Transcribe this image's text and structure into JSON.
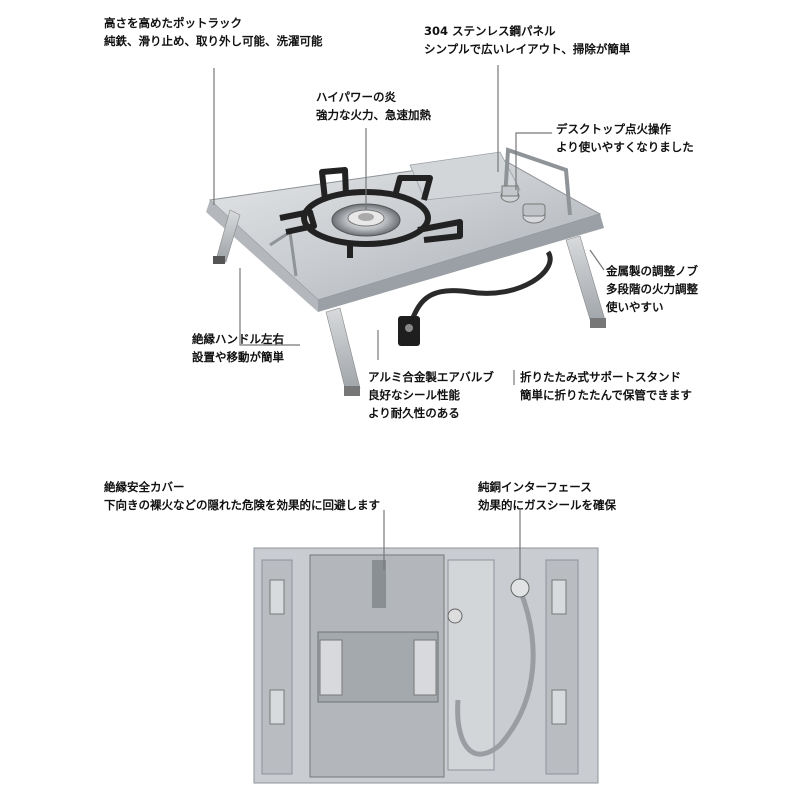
{
  "callouts": {
    "pot_rack": [
      "高さを高めたポットラック",
      "純鉄、滑り止め、取り外し可能、洗濯可能"
    ],
    "panel": [
      "304 ステンレス鋼パネル",
      "シンプルで広いレイアウト、掃除が簡単"
    ],
    "flame": [
      "ハイパワーの炎",
      "強力な火力、急速加熱"
    ],
    "ignition": [
      "デスクトップ点火操作",
      "より使いやすくなりました"
    ],
    "knob": [
      "金属製の調整ノブ",
      "多段階の火力調整",
      "使いやすい"
    ],
    "handle": [
      "絶縁ハンドル左右",
      "設置や移動が簡単"
    ],
    "valve": [
      "アルミ合金製エアバルブ",
      "良好なシール性能",
      "より耐久性のある"
    ],
    "stand": [
      "折りたたみ式サポートスタンド",
      "簡単に折りたたんで保管できます"
    ],
    "cover": [
      "絶縁安全カバー",
      "下向きの裸火などの隠れた危険を効果的に回避します"
    ],
    "interface": [
      "純銅インターフェース",
      "効果的にガスシールを確保"
    ]
  }
}
